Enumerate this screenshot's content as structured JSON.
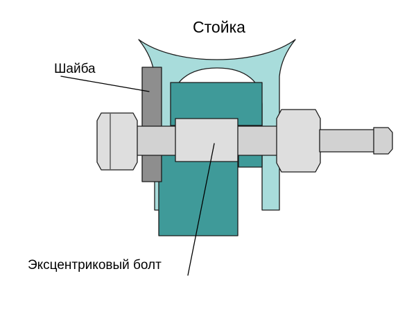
{
  "title": "Стойка",
  "labels": {
    "washer": "Шайба",
    "eccentric_bolt": "Эксцентриковый болт"
  },
  "colors": {
    "strut_light": "#a8dcdb",
    "bushing_teal": "#3f9a99",
    "metal_shaft": "#d2d2d2",
    "metal_head": "#dedede",
    "washer_gray": "#8e8e8e",
    "outline": "#1a1a1a"
  }
}
